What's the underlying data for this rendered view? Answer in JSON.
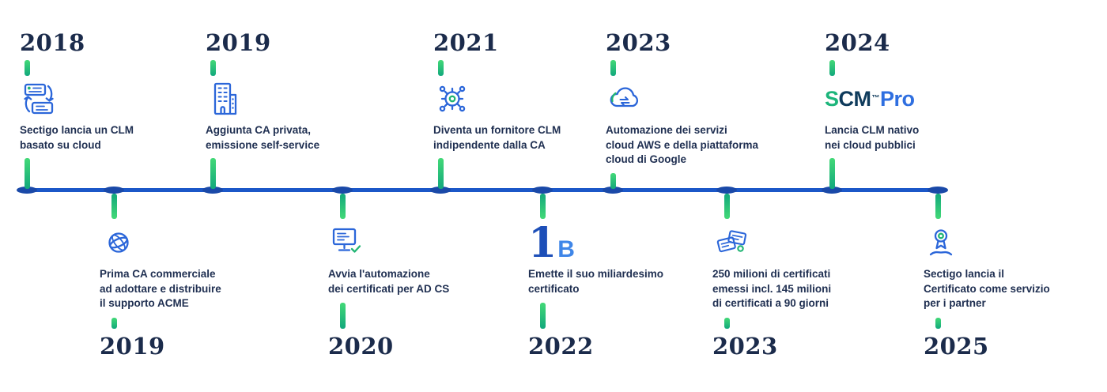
{
  "timeline": {
    "colors": {
      "bar": "#1b57c8",
      "node": "#1a49a8",
      "connector_green": "#2fc46e",
      "icon_blue": "#2b66d9",
      "accent_green": "#21b573",
      "year_text": "#1b2b4b",
      "description_text": "#203052"
    },
    "events_top": [
      {
        "year": "2018",
        "icon": "clm-cloud-sync-icon",
        "description": [
          "Sectigo lancia un CLM",
          "basato su cloud"
        ]
      },
      {
        "year": "2019",
        "icon": "private-ca-building-icon",
        "description": [
          "Aggiunta CA privata,",
          "emissione self-service"
        ]
      },
      {
        "year": "2021",
        "icon": "ca-agnostic-gear-icon",
        "description": [
          "Diventa un fornitore CLM",
          "indipendente dalla CA"
        ]
      },
      {
        "year": "2023",
        "icon": "cloud-services-automation-icon",
        "description": [
          "Automazione dei servizi",
          "cloud AWS e della piattaforma",
          "cloud di Google"
        ]
      },
      {
        "year": "2024",
        "icon": "scm-pro-logo",
        "logo": {
          "s": "S",
          "cm": "CM",
          "mark": "™",
          "pro": "Pro"
        },
        "description": [
          "Lancia CLM nativo",
          "nei cloud pubblici"
        ]
      }
    ],
    "events_bottom": [
      {
        "year": "2019",
        "icon": "acme-globe-icon",
        "description": [
          "Prima CA commerciale",
          "ad adottare e distribuire",
          "il supporto ACME"
        ]
      },
      {
        "year": "2020",
        "icon": "ad-cs-computer-icon",
        "description": [
          "Avvia l'automazione",
          "dei certificati per AD CS"
        ]
      },
      {
        "year": "2022",
        "icon": "one-billion-icon",
        "badge": {
          "one": "1",
          "b": "B"
        },
        "description": [
          "Emette il suo miliardesimo",
          "certificato"
        ]
      },
      {
        "year": "2023",
        "icon": "certificates-issued-icon",
        "description": [
          "250 milioni di certificati",
          "emessi incl. 145 milioni",
          "di certificati a 90 giorni"
        ]
      },
      {
        "year": "2025",
        "icon": "partner-service-icon",
        "description": [
          "Sectigo lancia il",
          "Certificato come servizio",
          "per i partner"
        ]
      }
    ]
  }
}
